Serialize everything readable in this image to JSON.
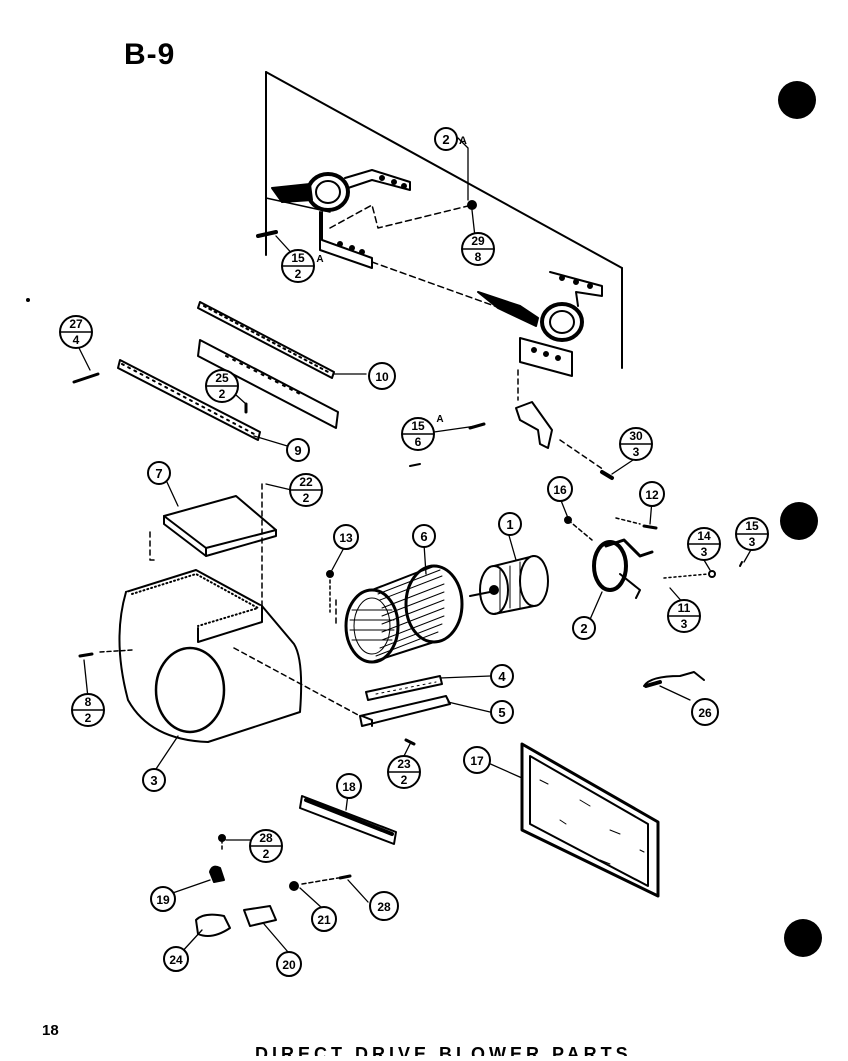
{
  "page": {
    "heading": "B-9",
    "page_number": "18",
    "footer_text": "DIRECT DRIVE BLOWER PARTS"
  },
  "callouts": {
    "c1": {
      "top": "1"
    },
    "c2a": {
      "top": "2",
      "suffix": "A"
    },
    "c2": {
      "top": "2"
    },
    "c3": {
      "top": "3"
    },
    "c4": {
      "top": "4"
    },
    "c5": {
      "top": "5"
    },
    "c6": {
      "top": "6"
    },
    "c7": {
      "top": "7"
    },
    "c8": {
      "top": "8",
      "bottom": "2"
    },
    "c9": {
      "top": "9"
    },
    "c10": {
      "top": "10"
    },
    "c11": {
      "top": "11",
      "bottom": "3"
    },
    "c12": {
      "top": "12"
    },
    "c13": {
      "top": "13"
    },
    "c14": {
      "top": "14",
      "bottom": "3"
    },
    "c15a": {
      "top": "15",
      "bottom": "2",
      "suffix": "A"
    },
    "c15b": {
      "top": "15",
      "bottom": "6",
      "suffix": "A"
    },
    "c15c": {
      "top": "15",
      "bottom": "3"
    },
    "c16": {
      "top": "16"
    },
    "c17": {
      "top": "17"
    },
    "c18": {
      "top": "18"
    },
    "c19": {
      "top": "19"
    },
    "c20": {
      "top": "20"
    },
    "c21": {
      "top": "21"
    },
    "c22": {
      "top": "22",
      "bottom": "2"
    },
    "c23": {
      "top": "23",
      "bottom": "2"
    },
    "c24": {
      "top": "24"
    },
    "c25": {
      "top": "25",
      "bottom": "2"
    },
    "c26": {
      "top": "26"
    },
    "c27": {
      "top": "27",
      "bottom": "4"
    },
    "c28a": {
      "top": "28",
      "bottom": "2"
    },
    "c28b": {
      "top": "28"
    },
    "c29": {
      "top": "29",
      "bottom": "8"
    },
    "c30": {
      "top": "30",
      "bottom": "3"
    }
  }
}
